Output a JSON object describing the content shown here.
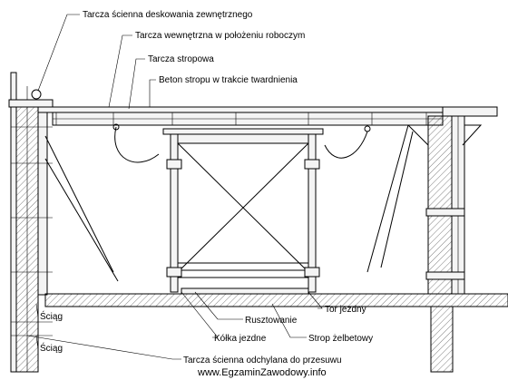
{
  "labels": {
    "outer_wall_form": "Tarcza ścienna deskowania zewnętrznego",
    "inner_wall_form": "Tarcza wewnętrzna w położeniu roboczym",
    "slab_form": "Tarcza stropowa",
    "slab_concrete": "Beton stropu w trakcie twardnienia",
    "tie_1": "Ściąg",
    "tie_2": "Ściąg",
    "scaffolding": "Rusztowanie",
    "runway": "Tor jezdny",
    "wheels": "Kółka jezdne",
    "rc_slab": "Strop żelbetowy",
    "wall_form_tilted": "Tarcza ścienna odchylana do przesuwu"
  },
  "watermark": "www.EgzaminZawodowy.info"
}
